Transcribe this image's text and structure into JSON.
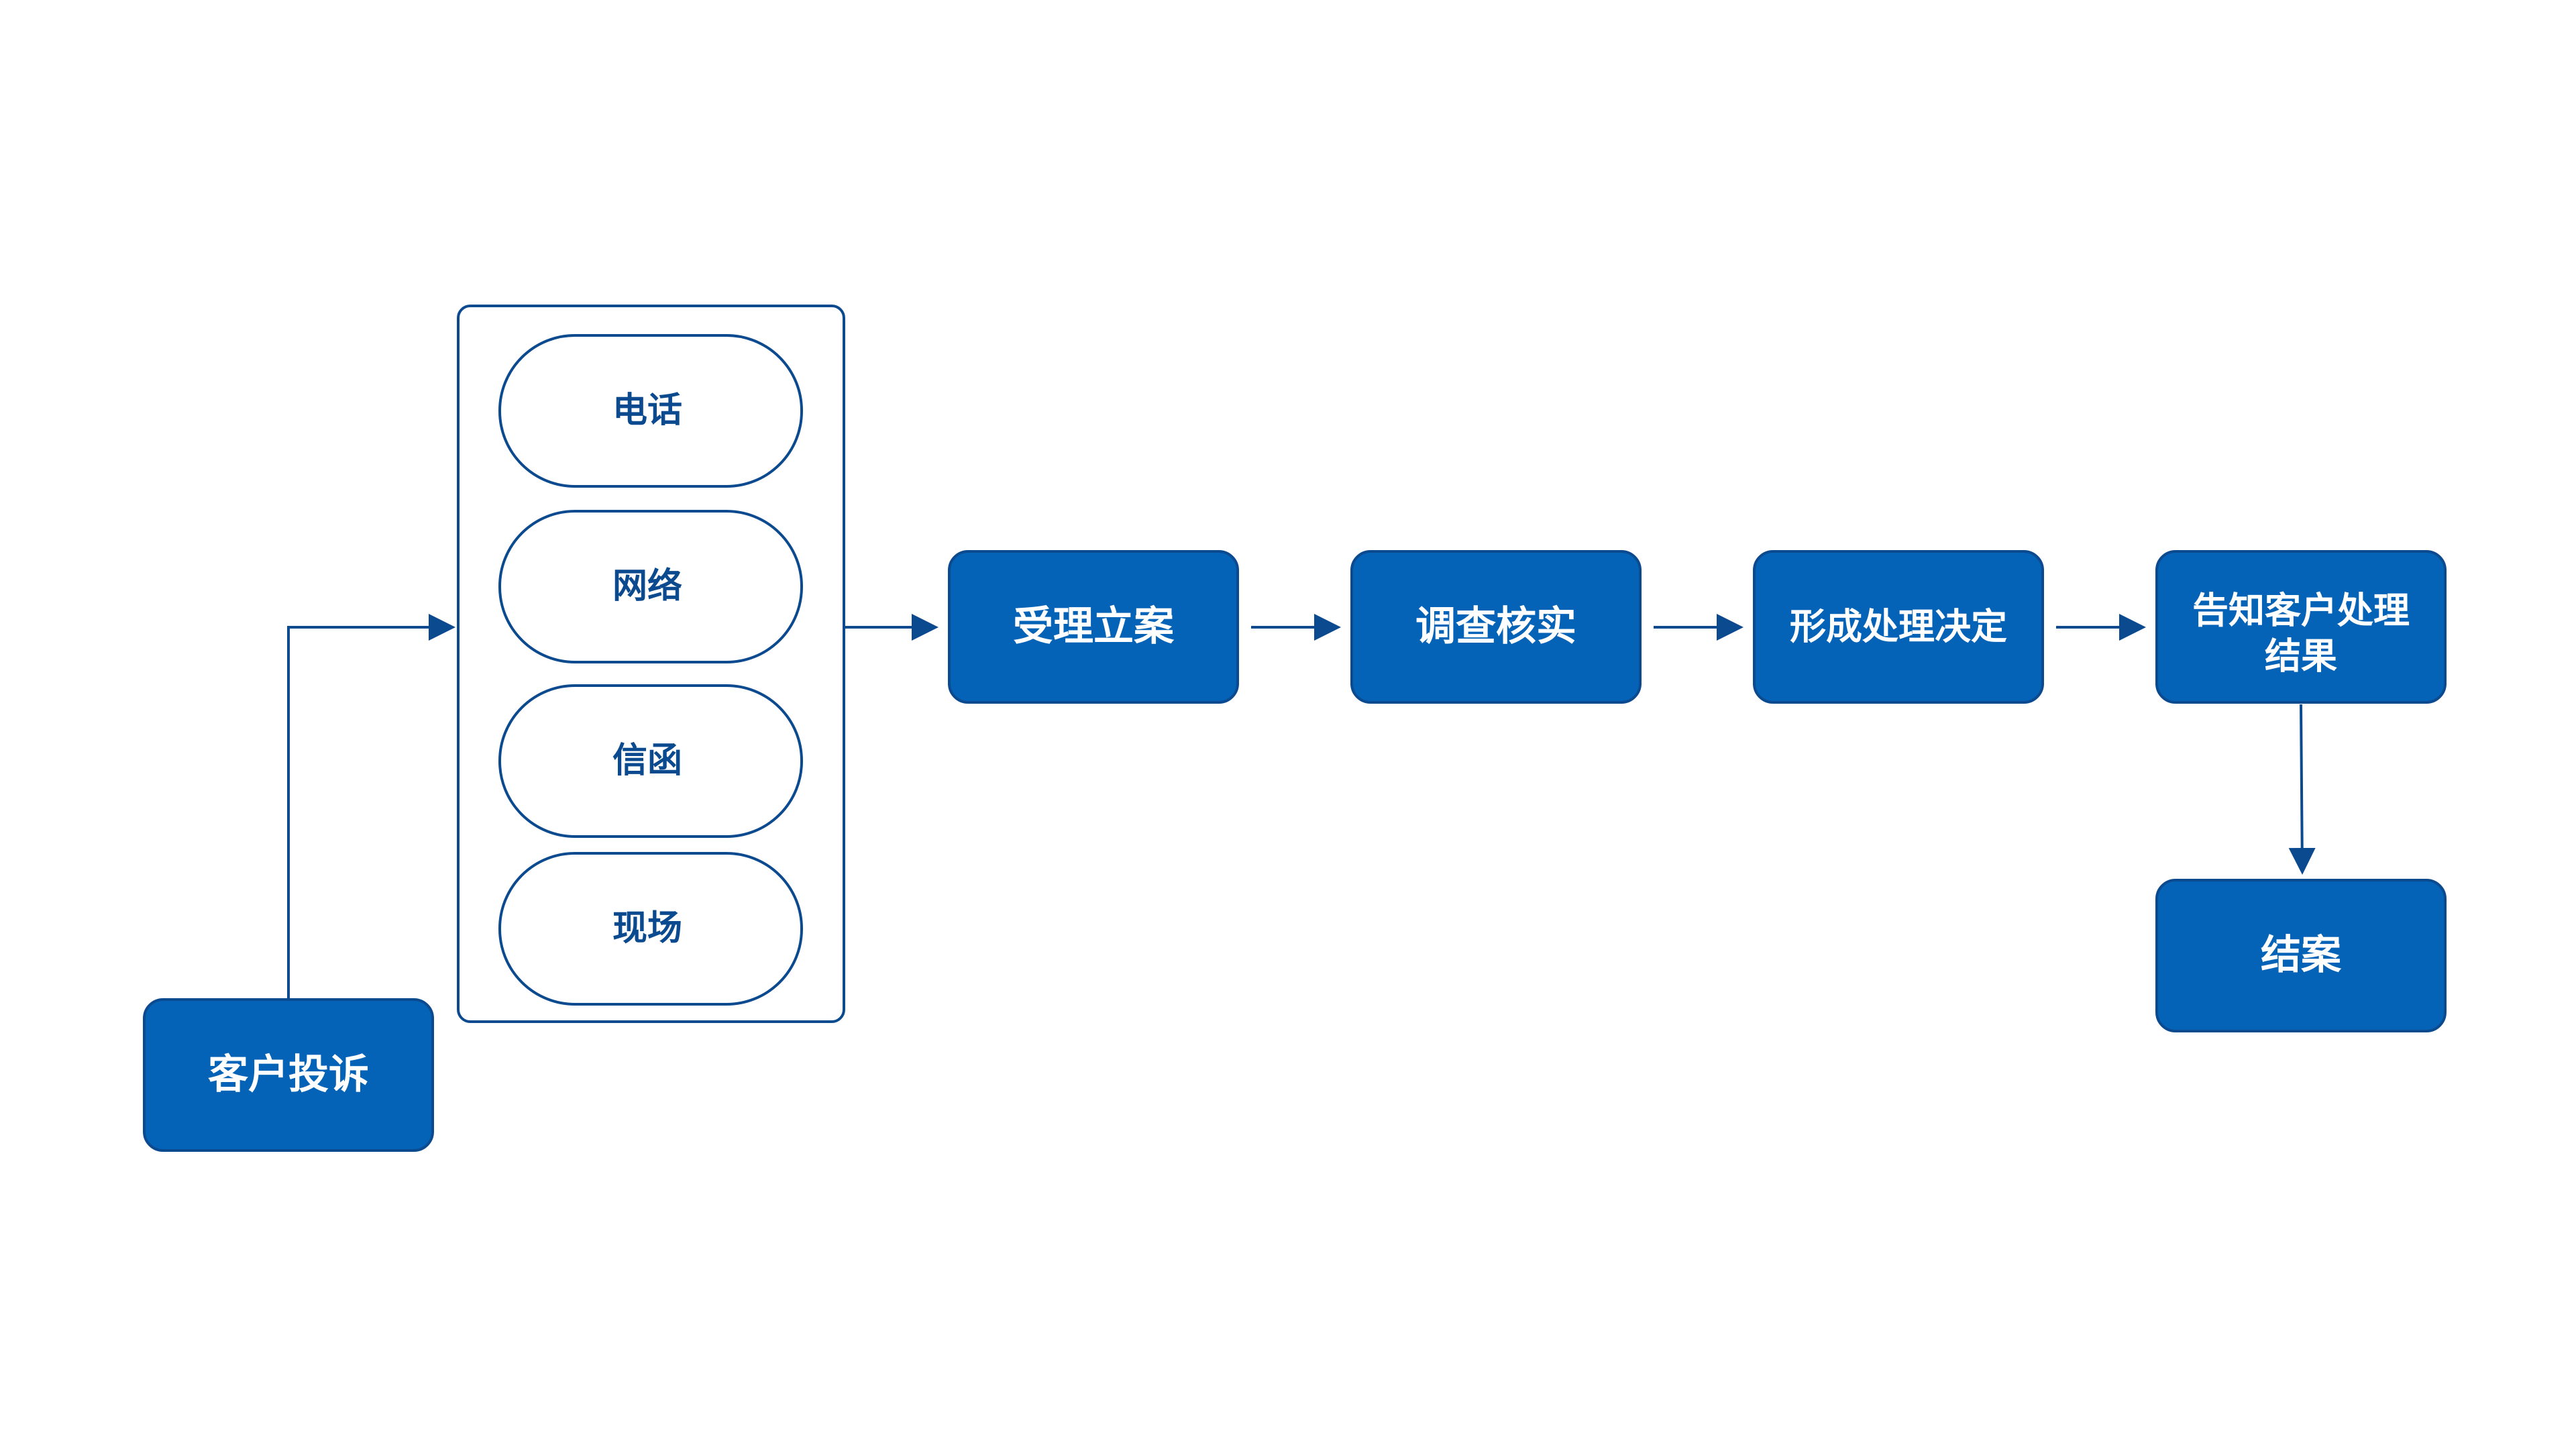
{
  "colors": {
    "node_fill": "#0563B7",
    "stroke": "#0B4A8E",
    "channel_text": "#0B4A8E",
    "node_text": "#ffffff"
  },
  "nodes": {
    "complaint": "客户投诉",
    "accept": "受理立案",
    "investigate": "调查核实",
    "decision": "形成处理决定",
    "notify_line1": "告知客户处理",
    "notify_line2": "结果",
    "close": "结案"
  },
  "channels": [
    "电话",
    "网络",
    "信函",
    "现场"
  ]
}
